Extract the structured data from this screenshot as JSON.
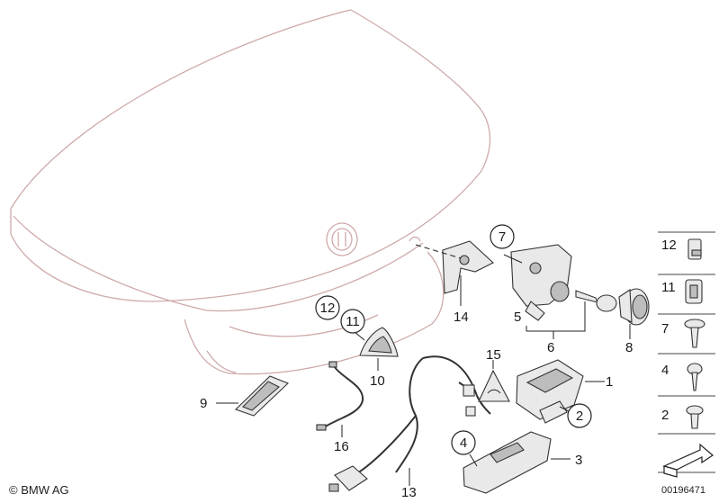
{
  "callouts": {
    "c1": "1",
    "c2": "2",
    "c3": "3",
    "c4": "4",
    "c5": "5",
    "c6": "6",
    "c7": "7",
    "c8": "8",
    "c9": "9",
    "c10": "10",
    "c11": "11",
    "c12": "12",
    "c13": "13",
    "c14": "14",
    "c15": "15",
    "c16": "16"
  },
  "sidebar": {
    "items": [
      {
        "label": "12"
      },
      {
        "label": "11"
      },
      {
        "label": "7"
      },
      {
        "label": "4"
      },
      {
        "label": "2"
      }
    ]
  },
  "footer": {
    "copyright": "© BMW AG",
    "diagram_id": "00196471"
  }
}
